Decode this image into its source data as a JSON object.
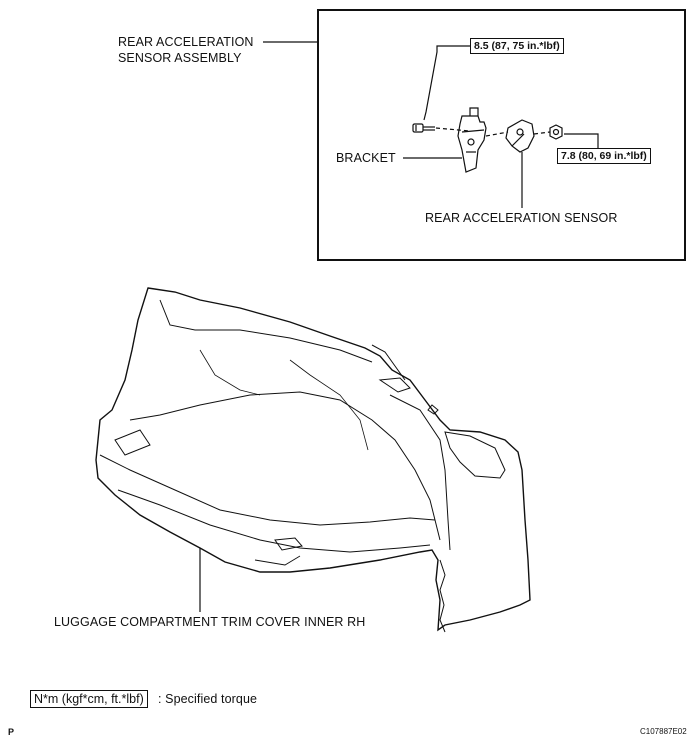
{
  "labels": {
    "assembly_line1": "REAR ACCELERATION",
    "assembly_line2": "SENSOR ASSEMBLY",
    "bracket": "BRACKET",
    "sensor": "REAR ACCELERATION SENSOR",
    "trim_cover": "LUGGAGE COMPARTMENT TRIM COVER INNER RH"
  },
  "torques": {
    "bolt": "8.5 (87, 75 in.*lbf)",
    "nut": "7.8 (80, 69 in.*lbf)"
  },
  "legend": {
    "unit": "N*m (kgf*cm, ft.*lbf)",
    "description": ": Specified torque"
  },
  "footer": {
    "left_mark": "P",
    "figure_code": "C107887E02"
  }
}
